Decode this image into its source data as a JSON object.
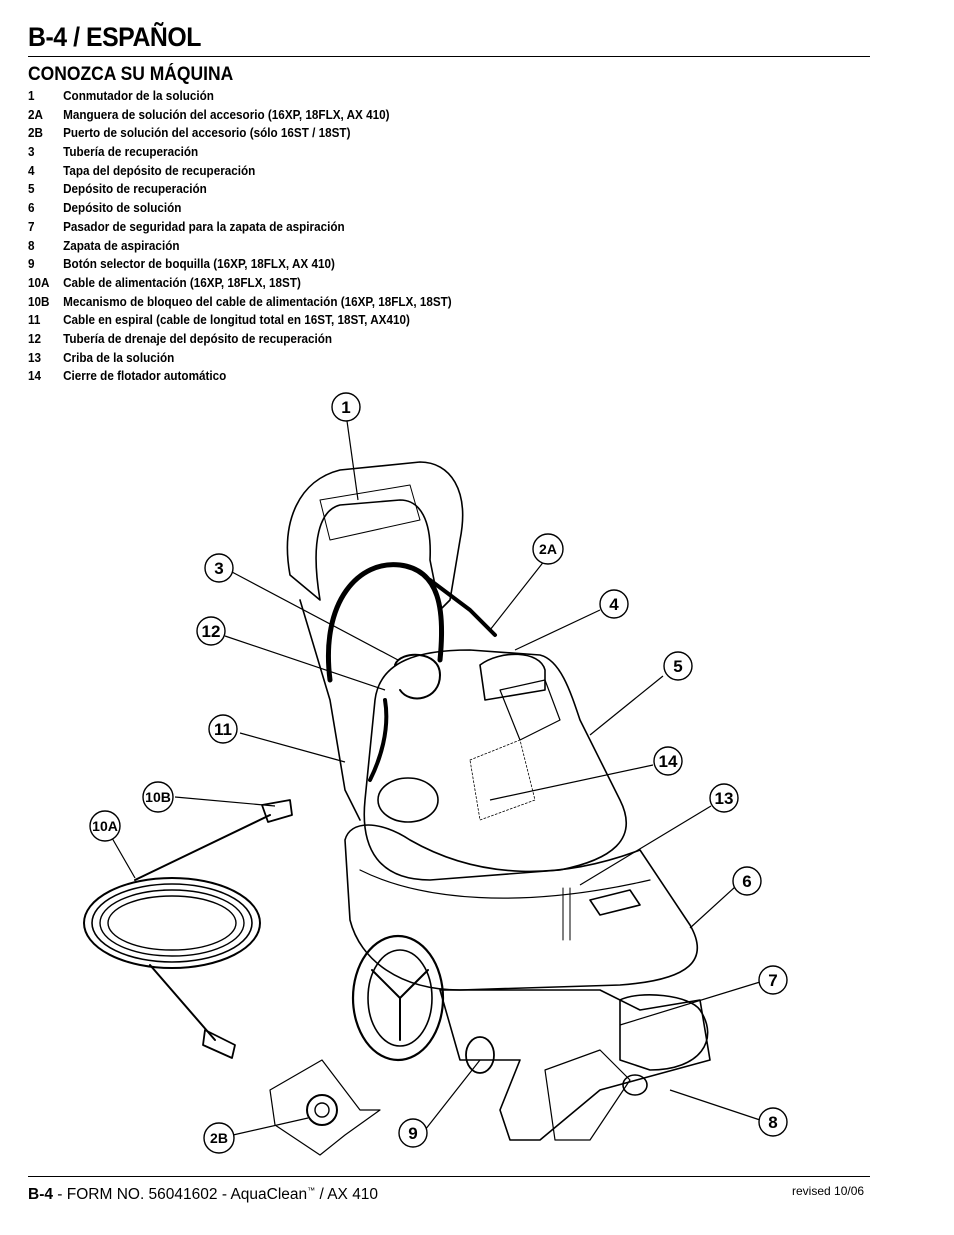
{
  "header": {
    "title": "B-4 / ESPAÑOL"
  },
  "section": {
    "title": "CONOZCA SU MÁQUINA"
  },
  "legend": [
    {
      "num": "1",
      "text": "Conmutador de la solución"
    },
    {
      "num": "2A",
      "text": "Manguera de solución del accesorio (16XP, 18FLX, AX 410)"
    },
    {
      "num": "2B",
      "text": "Puerto de solución del accesorio (sólo 16ST / 18ST)"
    },
    {
      "num": "3",
      "text": "Tubería de recuperación"
    },
    {
      "num": "4",
      "text": "Tapa del depósito de recuperación"
    },
    {
      "num": "5",
      "text": "Depósito de recuperación"
    },
    {
      "num": "6",
      "text": "Depósito de solución"
    },
    {
      "num": "7",
      "text": "Pasador de seguridad para la zapata de aspiración"
    },
    {
      "num": "8",
      "text": "Zapata de aspiración"
    },
    {
      "num": "9",
      "text": "Botón selector de boquilla (16XP, 18FLX, AX 410)"
    },
    {
      "num": "10A",
      "text": "Cable de alimentación (16XP, 18FLX, 18ST)"
    },
    {
      "num": "10B",
      "text": "Mecanismo de bloqueo del cable de alimentación (16XP, 18FLX, 18ST)"
    },
    {
      "num": "11",
      "text": "Cable en espiral (cable de longitud total en 16ST, 18ST, AX410)"
    },
    {
      "num": "12",
      "text": "Tubería de drenaje del depósito de recuperación"
    },
    {
      "num": "13",
      "text": "Criba de la solución"
    },
    {
      "num": "14",
      "text": "Cierre de flotador automático"
    }
  ],
  "callouts": {
    "c1": "1",
    "c2A": "2A",
    "c2B": "2B",
    "c3": "3",
    "c4": "4",
    "c5": "5",
    "c6": "6",
    "c7": "7",
    "c8": "8",
    "c9": "9",
    "c10A": "10A",
    "c10B": "10B",
    "c11": "11",
    "c12": "12",
    "c13": "13",
    "c14": "14"
  },
  "footer": {
    "page": "B-4",
    "form": " - FORM NO. 56041602 - AquaClean",
    "tm": "™",
    "model": " / AX 410",
    "revised": "revised 10/06"
  }
}
